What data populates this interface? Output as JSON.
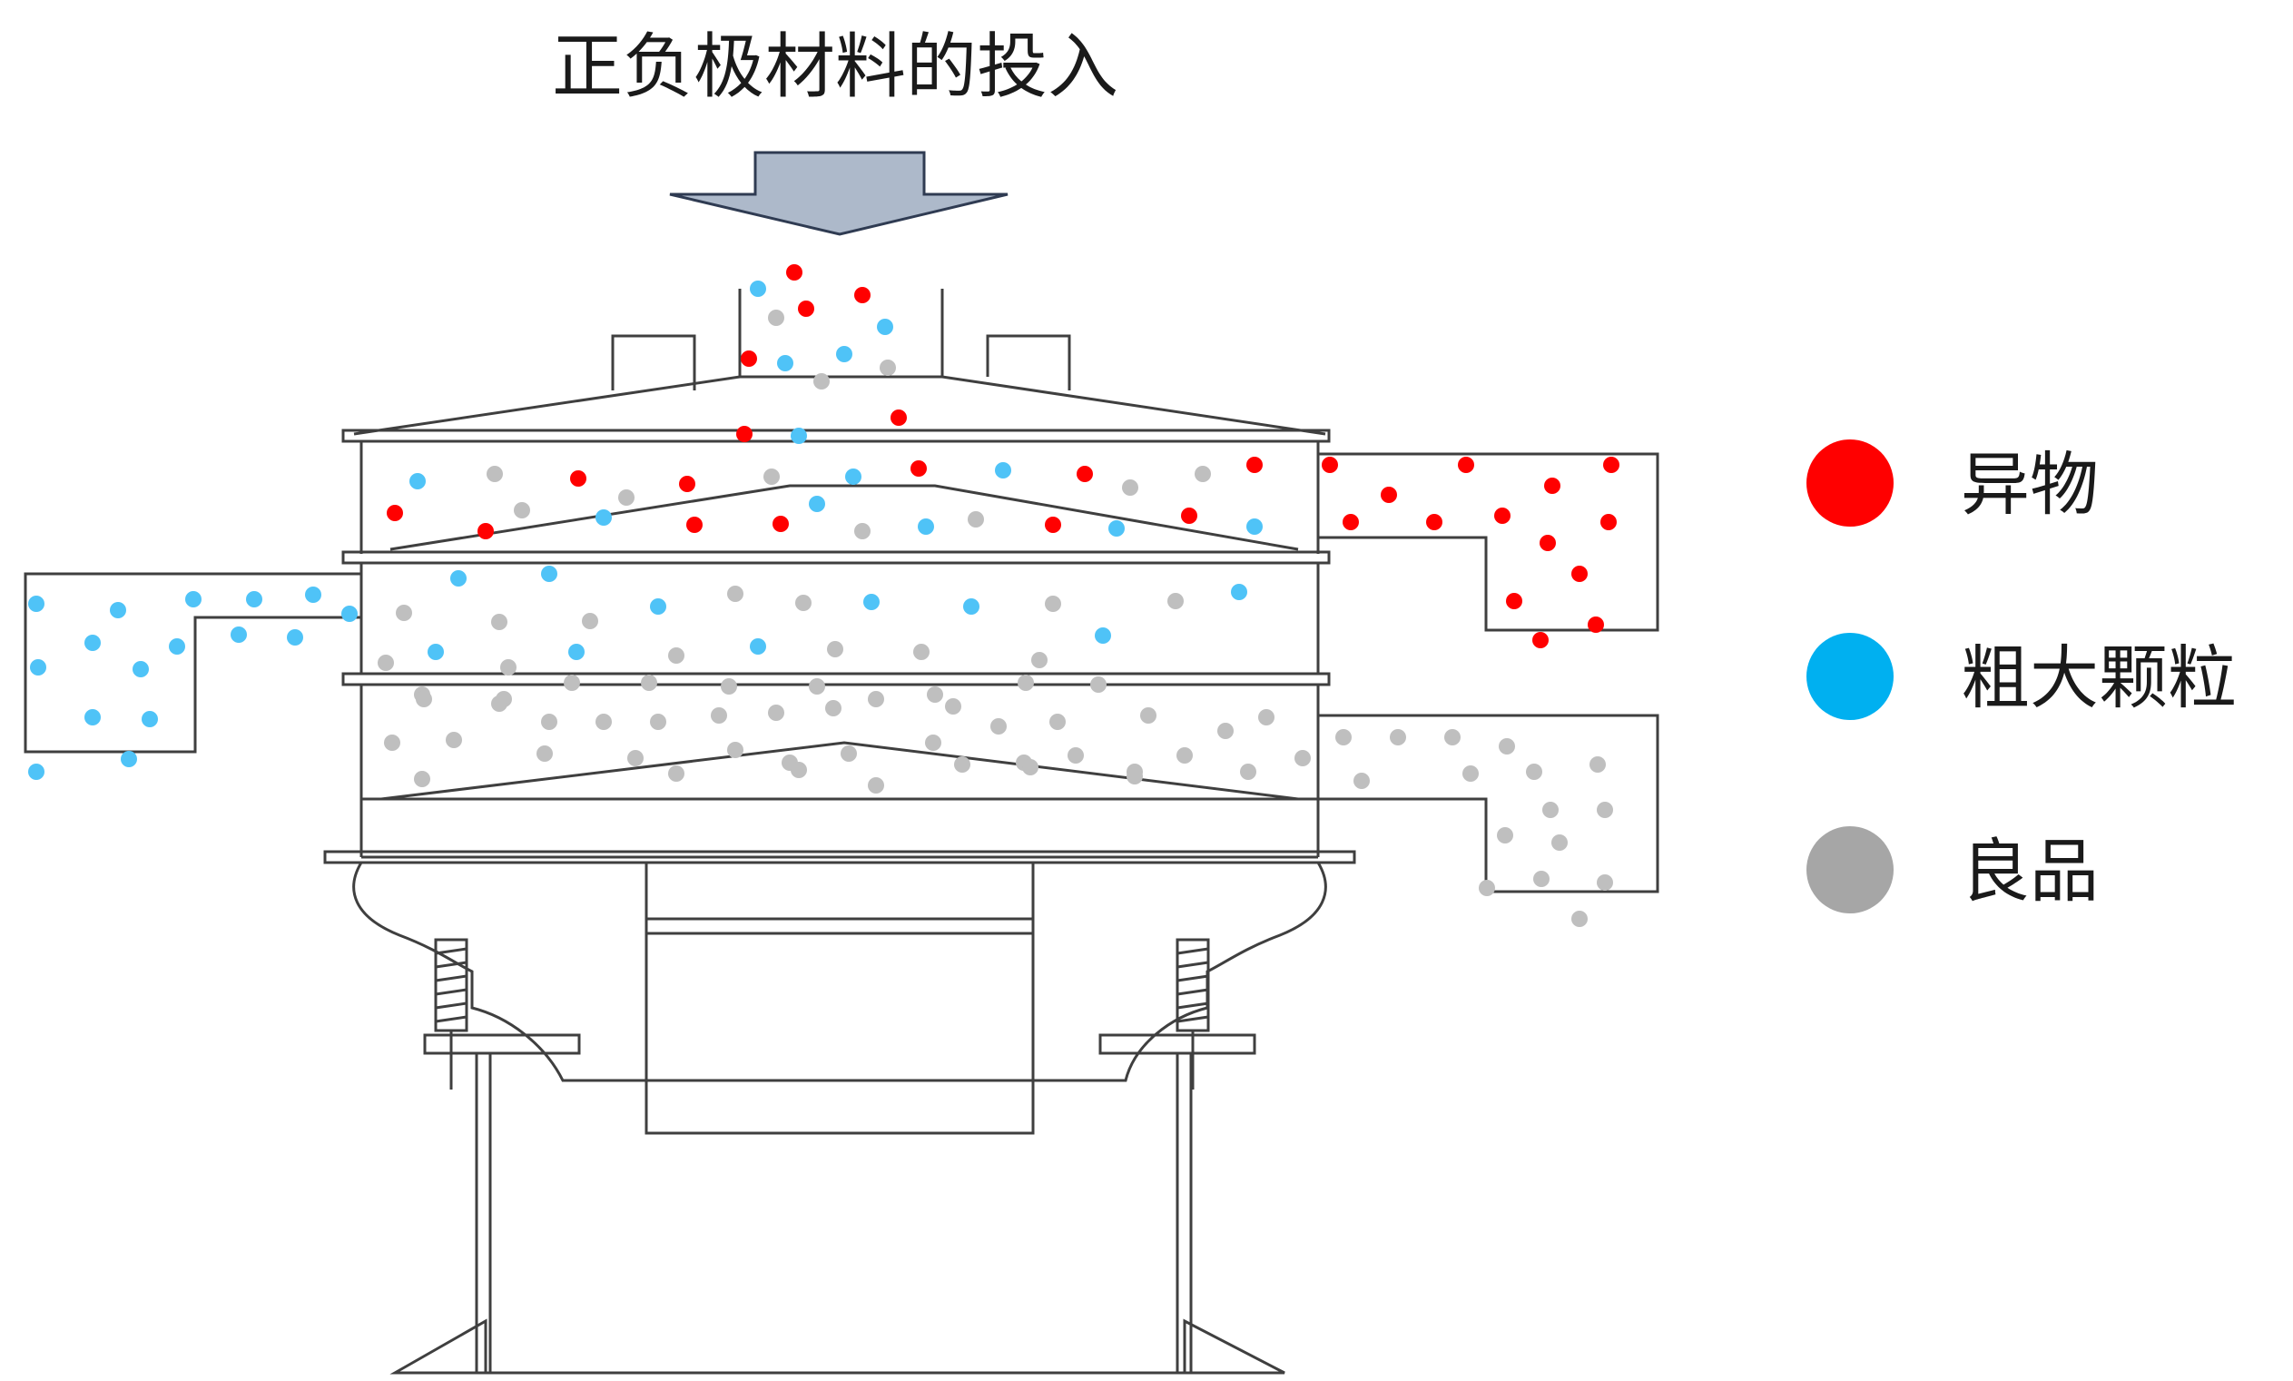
{
  "diagram": {
    "title": "正负极材料的投入",
    "legend": [
      {
        "label": "异物",
        "color": "#ff0000"
      },
      {
        "label": "粗大颗粒",
        "color": "#00b0f0"
      },
      {
        "label": "良品",
        "color": "#a6a6a6"
      }
    ],
    "colors": {
      "arrow_fill": "#adb9ca",
      "outline": "#3f3f3f",
      "foreign": "#ff0000",
      "coarse": "#4fc3f7",
      "good": "#bfbfbf"
    }
  }
}
